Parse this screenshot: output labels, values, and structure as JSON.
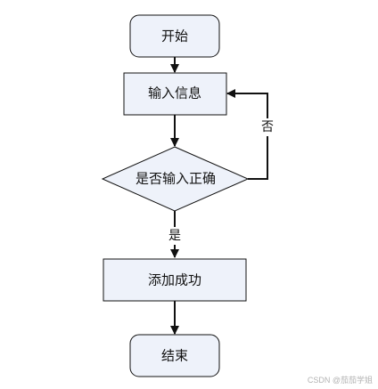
{
  "diagram": {
    "nodes": {
      "start": "开始",
      "input": "输入信息",
      "decision": "是否输入正确",
      "success": "添加成功",
      "end": "结束"
    },
    "edges": {
      "yes": "是",
      "no": "否"
    },
    "colors": {
      "node_fill": "#eef2fa",
      "stroke": "#111111",
      "background": "#ffffff"
    }
  },
  "watermark": "CSDN @茄茄学姐"
}
